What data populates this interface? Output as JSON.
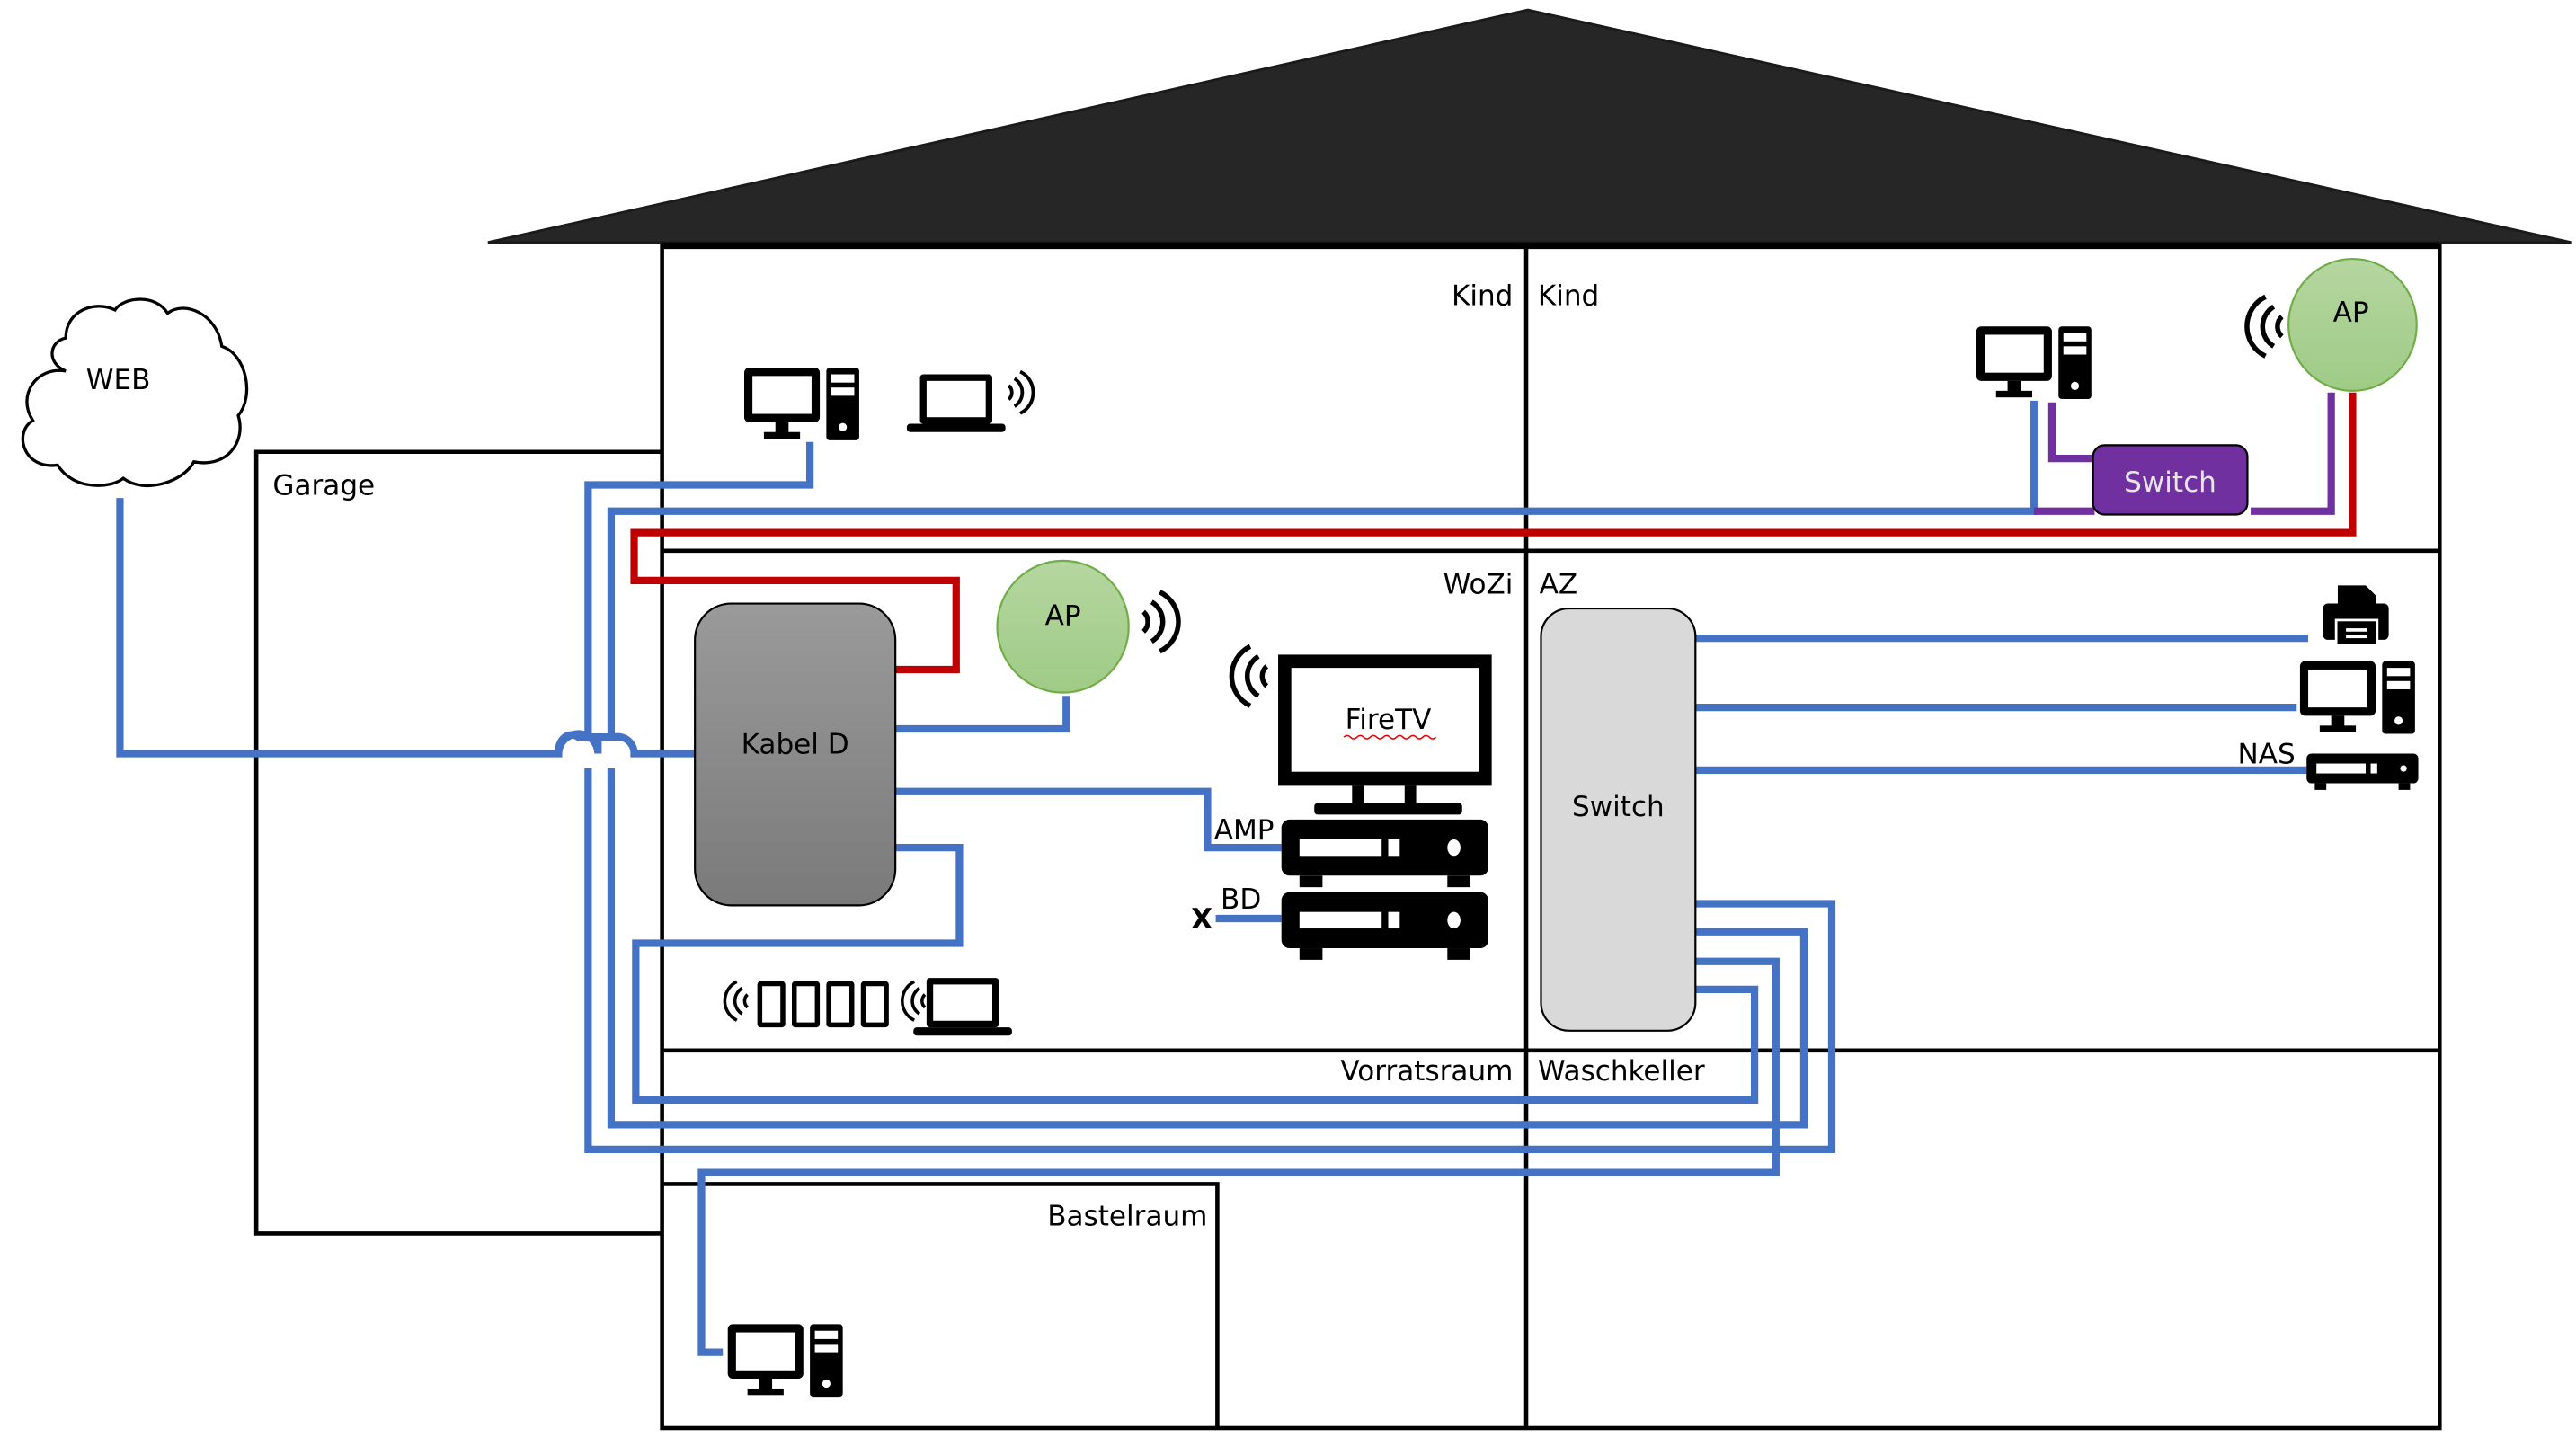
{
  "title": "Home network floor plan",
  "colors": {
    "cable_lan": "#4472c4",
    "cable_red": "#c00000",
    "cable_purple": "#7030a0",
    "ap_fill": "#a9d18e",
    "ap_stroke": "#70ad47",
    "router_fill": "#8c8c8c",
    "switch_az_fill": "#d9d9d9",
    "switch_kind_fill": "#7030a0",
    "roof_fill": "#262626"
  },
  "cloud": {
    "label": "WEB"
  },
  "rooms": {
    "garage": "Garage",
    "kind_left": "Kind",
    "kind_right": "Kind",
    "wozi": "WoZi",
    "az": "AZ",
    "vorratsraum": "Vorratsraum",
    "waschkeller": "Waschkeller",
    "bastelraum": "Bastelraum"
  },
  "devices": {
    "router": {
      "label": "Kabel D",
      "icon": "router-box"
    },
    "ap_wozi": {
      "label": "AP",
      "icon": "access-point"
    },
    "ap_kind": {
      "label": "AP",
      "icon": "access-point"
    },
    "switch_az": {
      "label": "Switch",
      "icon": "network-switch"
    },
    "switch_kind": {
      "label": "Switch",
      "icon": "network-switch"
    },
    "tv": {
      "label": "FireTV",
      "icon": "tv-icon"
    },
    "amp": {
      "label": "AMP",
      "icon": "receiver-icon"
    },
    "bd": {
      "label": "BD",
      "icon": "receiver-icon",
      "unconnected_mark": "X"
    },
    "nas": {
      "label": "NAS",
      "icon": "nas-icon"
    },
    "printer": {
      "icon": "printer-icon"
    },
    "desktop_az": {
      "icon": "desktop-pc-icon"
    },
    "desktop_kind_left": {
      "icon": "desktop-pc-icon"
    },
    "laptop_kind_left": {
      "icon": "laptop-wifi-icon"
    },
    "desktop_kind_right": {
      "icon": "desktop-pc-icon"
    },
    "desktop_bastelraum": {
      "icon": "desktop-pc-icon"
    },
    "phones_wozi": {
      "count": 4,
      "icon": "smartphone-icon"
    },
    "laptop_wozi": {
      "icon": "laptop-wifi-icon"
    }
  }
}
